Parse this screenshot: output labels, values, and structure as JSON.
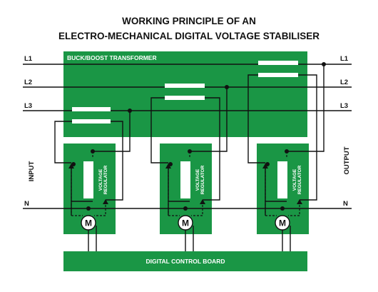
{
  "title": {
    "line1": "WORKING PRINCIPLE OF AN",
    "line2": "ELECTRO-MECHANICAL DIGITAL VOLTAGE STABILISER"
  },
  "transformer_label": "BUCK/BOOST TRANSFORMER",
  "lines": {
    "l1": "L1",
    "l2": "L2",
    "l3": "L3",
    "n": "N"
  },
  "side_labels": {
    "input": "INPUT",
    "output": "OUTPUT"
  },
  "regulator": {
    "line1": "VOLTAGE",
    "line2": "REGULATOR"
  },
  "motor_label": "M",
  "control_board_label": "DIGITAL CONTROL BOARD",
  "colors": {
    "green": "#1a9645",
    "wire": "#111111",
    "white": "#ffffff"
  }
}
